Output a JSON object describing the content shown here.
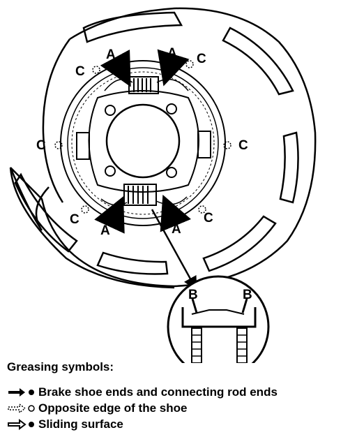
{
  "diagram": {
    "callouts": {
      "a_top_left": "A",
      "a_top_right": "A",
      "a_bottom_left": "A",
      "a_bottom_right": "A",
      "c_top_left": "C",
      "c_top_right": "C",
      "c_mid_left": "C",
      "c_mid_right": "C",
      "c_bottom_left": "C",
      "c_bottom_right": "C",
      "b_left": "B",
      "b_right": "B"
    }
  },
  "legend": {
    "title": "Greasing symbols:",
    "items": [
      {
        "symbol": "solid-arrow-dot-icon",
        "text": "Brake shoe ends and connecting rod ends"
      },
      {
        "symbol": "dotted-arrow-circle-icon",
        "text": "Opposite edge of the shoe"
      },
      {
        "symbol": "outline-arrow-dot-icon",
        "text": "Sliding surface"
      }
    ]
  }
}
